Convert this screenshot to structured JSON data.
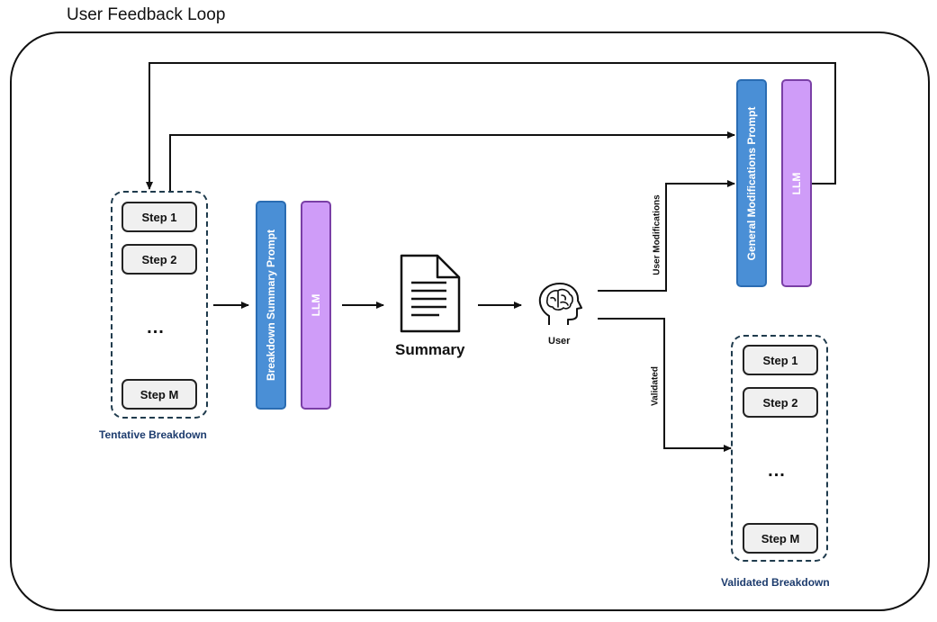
{
  "title": "User Feedback Loop",
  "tentative": {
    "caption": "Tentative Breakdown",
    "steps": [
      "Step 1",
      "Step 2",
      "Step M"
    ],
    "ellipsis": "..."
  },
  "validated": {
    "caption": "Validated Breakdown",
    "steps": [
      "Step 1",
      "Step 2",
      "Step M"
    ],
    "ellipsis": "..."
  },
  "summary_prompt": "Breakdown Summary Prompt",
  "general_prompt": "General Modifications Prompt",
  "llm": "LLM",
  "summary": "Summary",
  "user": "User",
  "edge_user_modifications": "User Modifications",
  "edge_validated": "Validated",
  "colors": {
    "prompt_fill": "#4a8fd6",
    "llm_fill": "#cf9cf8",
    "caption_color": "#1d3c6e"
  },
  "icons": [
    "document-icon",
    "brain-head-icon"
  ]
}
